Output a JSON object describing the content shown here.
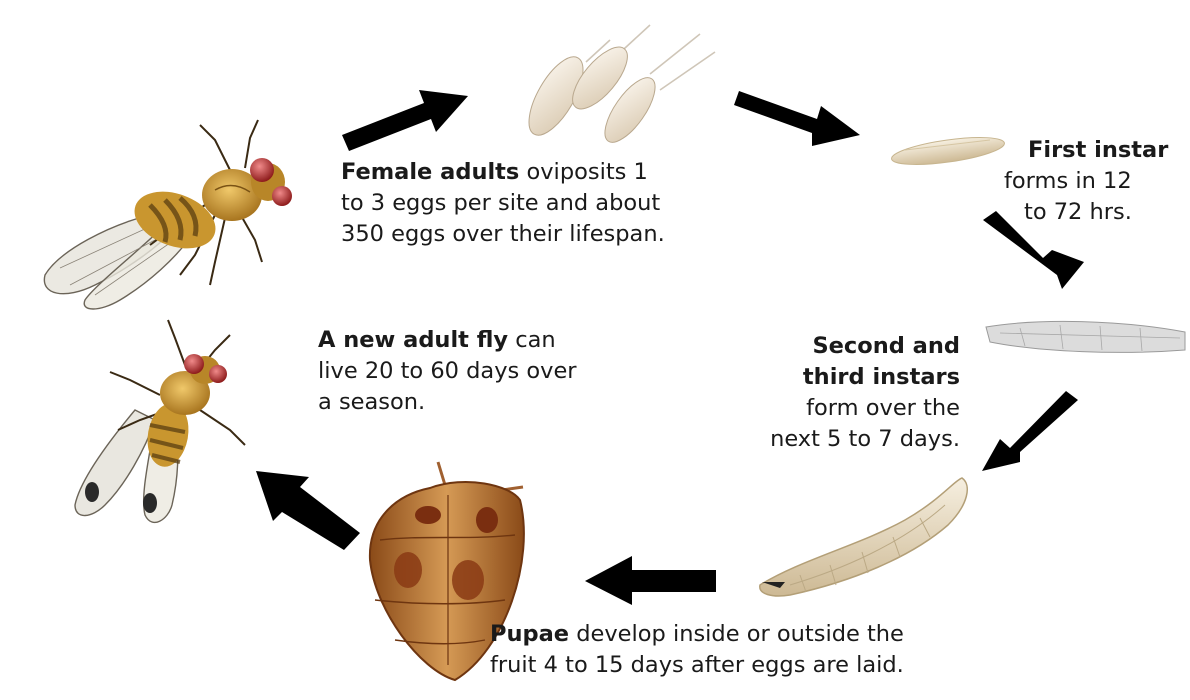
{
  "female_adults": {
    "bold": "Female adults",
    "line1_rest": " oviposits 1",
    "line2": "to 3 eggs per site and about",
    "line3": "350 eggs over their lifespan."
  },
  "first_instar": {
    "bold": "First instar",
    "line2": "forms in 12",
    "line3": "to 72 hrs."
  },
  "second_third_instars": {
    "bold1": "Second and",
    "bold2": "third instars",
    "line3": "form over the",
    "line4": "next 5 to 7 days."
  },
  "pupae": {
    "bold": "Pupae",
    "line1_rest": " develop inside or outside the",
    "line2": "fruit 4 to 15 days after eggs are laid."
  },
  "new_adult": {
    "bold": "A new adult fly",
    "line1_rest": " can",
    "line2": "live 20 to 60 days over",
    "line3": "a season."
  },
  "colors": {
    "arrow": "#000000",
    "text": "#1a1a1a",
    "fly_body": "#c9962f",
    "fly_eye": "#c0392b",
    "egg": "#efe4d2",
    "larva": "#e8dcc2",
    "pupa": "#b06a2a"
  }
}
